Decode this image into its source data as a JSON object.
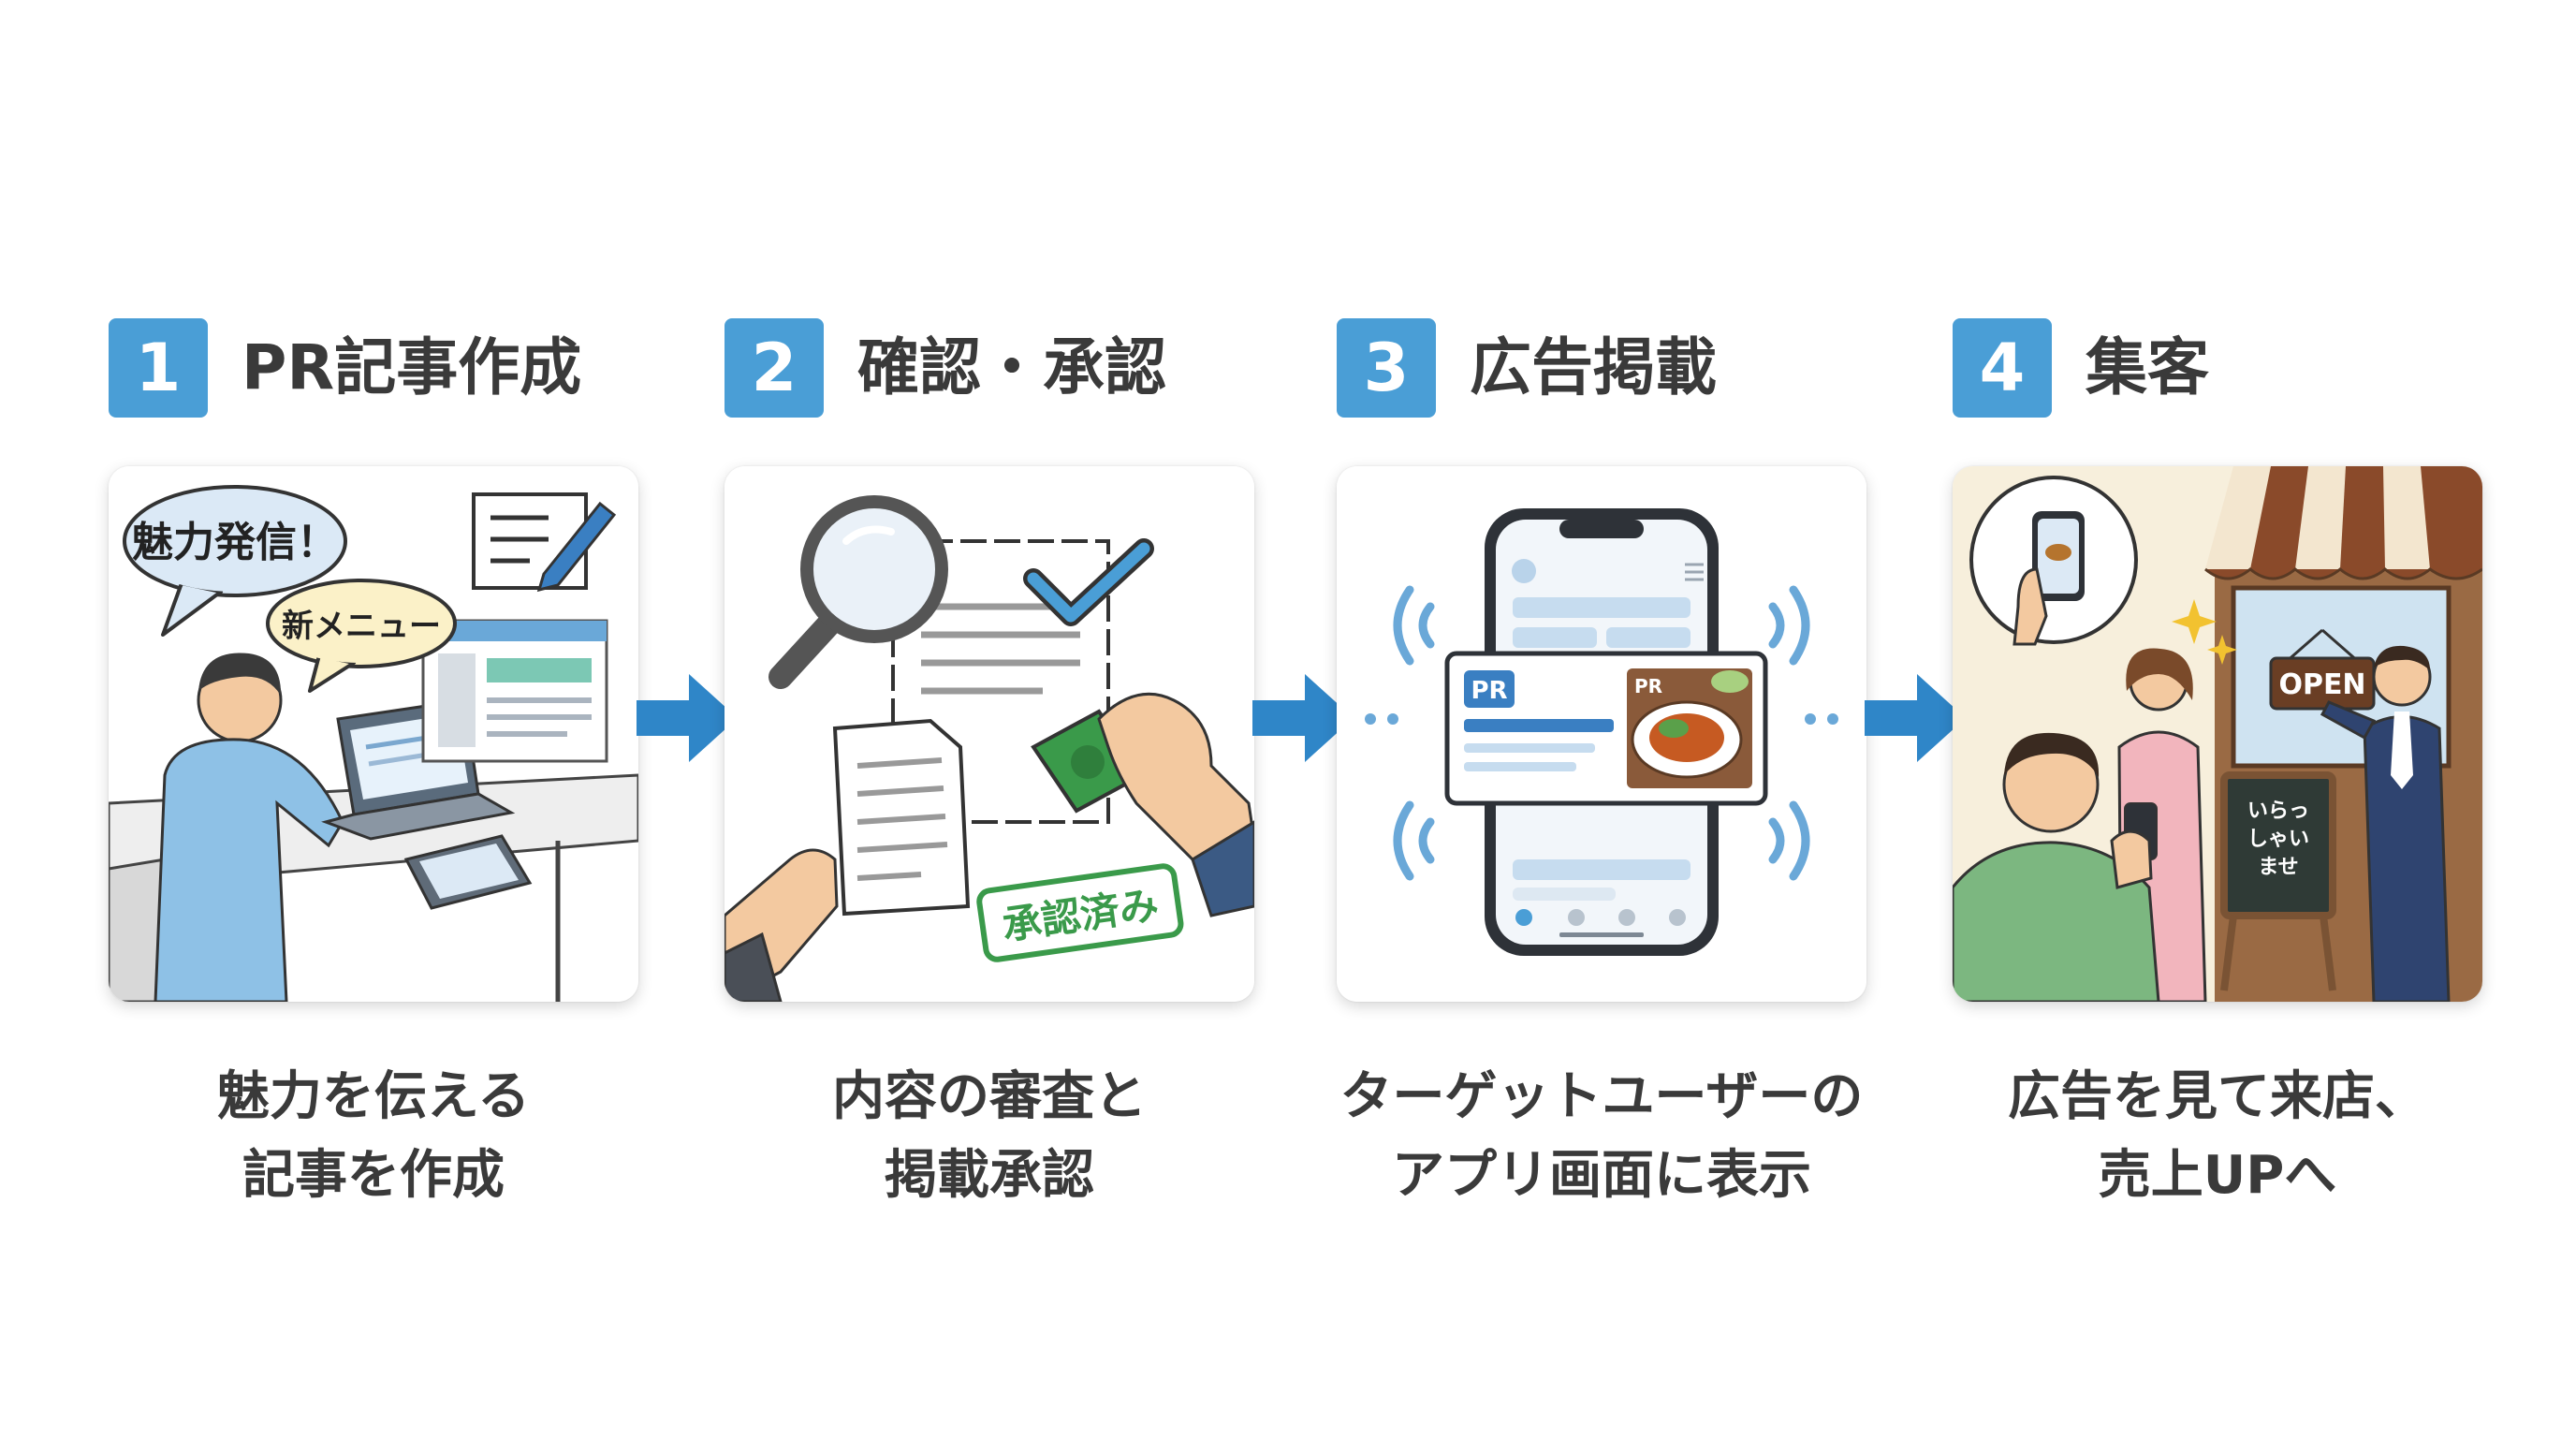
{
  "colors": {
    "accent": "#4a9ed6",
    "arrow": "#2f86c8",
    "stamp_green": "#3a9a4a",
    "text": "#3a3a3a"
  },
  "steps": [
    {
      "number": "1",
      "title": "PR記事作成",
      "caption_lines": [
        "魅力を伝える",
        "記事を作成"
      ],
      "illustration": {
        "bubble_main": "魅力発信！",
        "bubble_sub": "新メニュー",
        "icons": [
          "document-pen-icon",
          "laptop-icon",
          "tablet-icon",
          "browser-window-icon"
        ]
      }
    },
    {
      "number": "2",
      "title": "確認・承認",
      "caption_lines": [
        "内容の審査と",
        "掲載承認"
      ],
      "illustration": {
        "stamp_text": "承認済み",
        "icons": [
          "magnifier-icon",
          "checkmark-icon",
          "document-icon",
          "stamp-icon"
        ]
      }
    },
    {
      "number": "3",
      "title": "広告掲載",
      "caption_lines": [
        "ターゲットユーザーの",
        "アプリ画面に表示"
      ],
      "illustration": {
        "badge_label": "PR",
        "badge_label_small": "PR",
        "icons": [
          "smartphone-icon",
          "signal-waves-icon",
          "food-dish-icon"
        ]
      }
    },
    {
      "number": "4",
      "title": "集客",
      "caption_lines": [
        "広告を見て来店、",
        "売上UPへ"
      ],
      "illustration": {
        "open_sign": "OPEN",
        "board_lines": [
          "いらっ",
          "しゃい",
          "ませ"
        ],
        "icons": [
          "store-awning-icon",
          "phone-in-hand-icon",
          "sparkle-icon"
        ]
      }
    }
  ],
  "arrows": [
    "arrow-right-icon",
    "arrow-right-icon",
    "arrow-right-icon"
  ]
}
